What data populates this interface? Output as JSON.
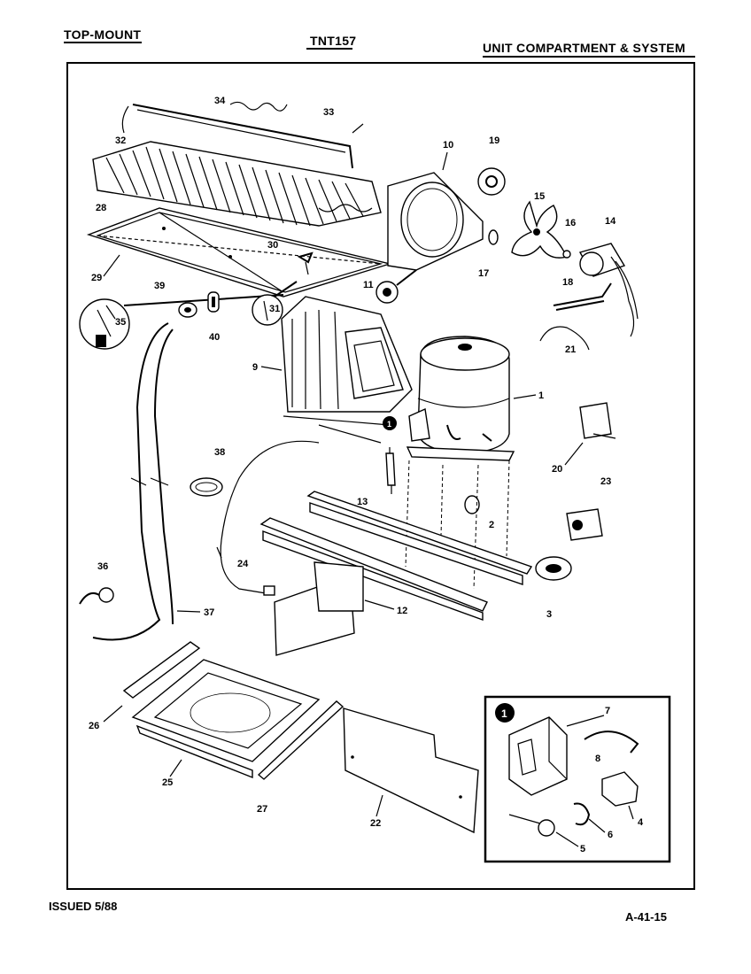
{
  "header": {
    "left": "TOP-MOUNT",
    "center": "TNT157",
    "right": "UNIT COMPARTMENT & SYSTEM"
  },
  "footer": {
    "left": "ISSUED 5/88",
    "right": "A-41-15"
  },
  "callouts": {
    "c1": "1",
    "c2": "2",
    "c3": "3",
    "c4": "4",
    "c5": "5",
    "c6": "6",
    "c7": "7",
    "c8": "8",
    "c9": "9",
    "c10": "10",
    "c11": "11",
    "c12": "12",
    "c13": "13",
    "c14": "14",
    "c15": "15",
    "c16": "16",
    "c17": "17",
    "c18": "18",
    "c19": "19",
    "c20": "20",
    "c21": "21",
    "c22": "22",
    "c23": "23",
    "c24": "24",
    "c25": "25",
    "c26": "26",
    "c27": "27",
    "c28": "28",
    "c29": "29",
    "c30": "30",
    "c31": "31",
    "c32": "32",
    "c33": "33",
    "c34": "34",
    "c35": "35",
    "c36": "36",
    "c37": "37",
    "c38": "38",
    "c39": "39",
    "c40": "40"
  },
  "inset_marker": "1"
}
